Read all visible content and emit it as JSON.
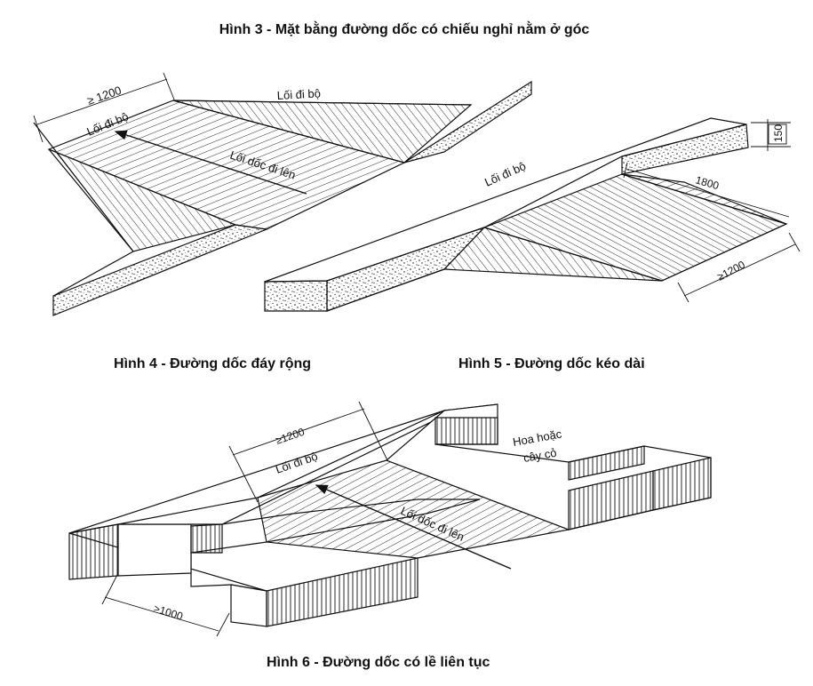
{
  "captions": {
    "fig3": "Hình 3 - Mặt bằng đường dốc có chiếu nghỉ nằm ở góc",
    "fig4": "Hình 4 - Đường dốc đáy rộng",
    "fig5": "Hình 5 - Đường dốc kéo dài",
    "fig6": "Hình 6 - Đường dốc có lề liên tục"
  },
  "fig4": {
    "dim_width": "≥ 1200",
    "walkway_left": "Lối đi bộ",
    "walkway_top": "Lối đi bộ",
    "ramp": "Lối dốc đi lên"
  },
  "fig5": {
    "walkway": "Lối đi bộ",
    "dim_height": "150",
    "dim_length": "1800",
    "dim_width": "≥1200"
  },
  "fig6": {
    "dim_width": "≥1200",
    "walkway": "Lối đi bộ",
    "planting_line1": "Hoa hoặc",
    "planting_line2": "cây cỏ",
    "ramp": "Lối dốc đi lên",
    "dim_gap": ">1000"
  }
}
